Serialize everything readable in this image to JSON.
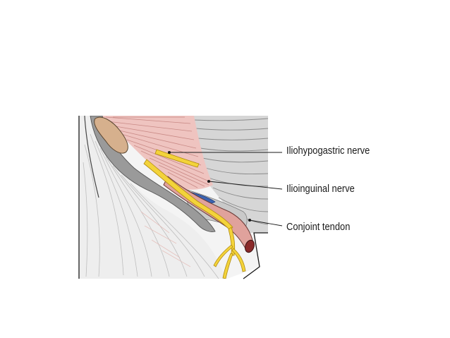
{
  "labels": {
    "iliohypogastric": "Iliohypogastric nerve",
    "ilioinguinal": "Ilioinguinal nerve",
    "conjoint": "Conjoint tendon"
  },
  "colors": {
    "muscle": "#efc4c0",
    "muscle_line": "#c98a86",
    "tendon": "#d9d9d9",
    "nerve": "#f3d33a",
    "nerve_outline": "#b08a10",
    "cord": "#e0a29c",
    "bone": "#d6b08d",
    "vessel": "#3b63b0",
    "ink": "#1a1a1a"
  }
}
